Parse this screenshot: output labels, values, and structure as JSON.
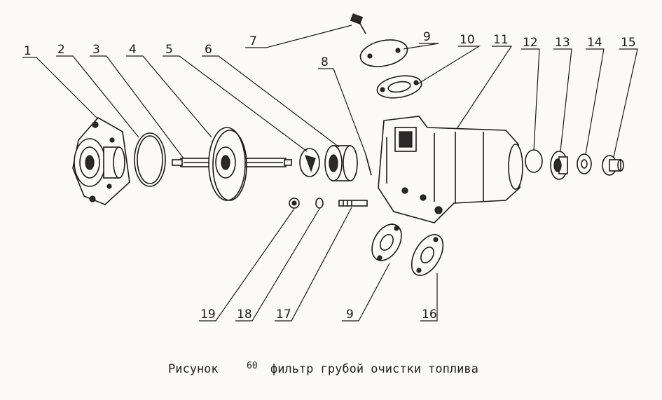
{
  "diagram": {
    "callouts": [
      "1",
      "2",
      "3",
      "4",
      "5",
      "6",
      "7",
      "8",
      "9",
      "10",
      "11",
      "12",
      "13",
      "14",
      "15",
      "19",
      "18",
      "17",
      "9",
      "16"
    ],
    "caption": {
      "word": "Рисунок",
      "number": "60",
      "title": "фильтр грубой очистки топлива"
    }
  }
}
